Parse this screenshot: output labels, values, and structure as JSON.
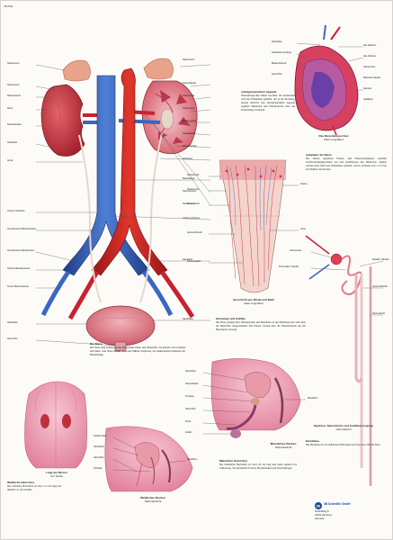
{
  "header": {
    "code": "VB 3703"
  },
  "main_panel": {
    "left_labels": [
      "Nebenniere",
      "Nierenvene",
      "Nierenarterie",
      "Niere",
      "Nierenbecken",
      "Harnleiter",
      "Aorta",
      "Untere Hohlvene",
      "Gemeinsame Beckenarterie",
      "Gemeinsame Beckenvene",
      "Äußere Beckenarterie",
      "Innere Beckenarterie",
      "Harnblase",
      "Harnröhre"
    ],
    "right_labels": [
      "Nebenniere",
      "Nierenkapsel",
      "Nierenrinde",
      "Nierenmark",
      "Nierenpapille",
      "Nierenkelch",
      "Nierenbecken",
      "Harnleiter",
      "Bauchaorta",
      "Nierenarterie",
      "Nierenvene",
      "Untere Hohlvene",
      "Harnleiter",
      "Harnblase"
    ]
  },
  "bladder_panel": {
    "labels": [
      "Harnblase",
      "Harnleitermündung",
      "Blasendreieck",
      "Harnröhre"
    ]
  },
  "corpuscle_panel": {
    "labels": [
      "Vas afferens",
      "Vas efferens",
      "Glomerulus",
      "Bowman-Kapsel",
      "Harnpol",
      "Gefäßpol"
    ],
    "caption": "Das Nierenkörperchen",
    "caption_sub": "stark vergrößert"
  },
  "medulla_panel": {
    "labels": [
      "Nierenrinde",
      "Nierenmark",
      "Sammelrohr",
      "Henle-Schleife",
      "Nierenpapille",
      "Arterie",
      "Vene"
    ],
    "caption": "Ausschnitt aus Rinde und Mark",
    "caption_sub": "stark vergrößert"
  },
  "nephron_panel": {
    "labels": [
      "Glomerulus",
      "Proximaler Tubulus",
      "Distaler Tubulus",
      "Henle-Schleife",
      "Sammelrohr"
    ],
    "caption": "Nephron, Sammelrohr und Gefäßversorgung",
    "caption_sub": "schematisch"
  },
  "back_panel": {
    "caption": "Lage der Nieren",
    "caption_sub": "von hinten"
  },
  "female_panel": {
    "labels": [
      "Gebärmutter",
      "Harnblase",
      "Harnröhre",
      "Scheide",
      "Mastdarm"
    ],
    "caption": "Weibliches Becken",
    "caption_sub": "Seitenansicht"
  },
  "male_panel": {
    "labels": [
      "Harnblase",
      "Samenblase",
      "Prostata",
      "Harnröhre",
      "Penis",
      "Hoden",
      "Mastdarm"
    ],
    "caption": "Männliches Becken",
    "caption_sub": "Seitenansicht"
  },
  "text_blocks": [
    {
      "id": "a",
      "head": "Juxtaglomerulärer Apparat",
      "body": "Nierenkörperchen filtern das Blut. Im Glomerulus wird der Primärharn gebildet, der in die Bowman-Kapsel übertritt. Der juxtaglomeruläre Apparat reguliert Blutdruck und Filtrationsrate über die Freisetzung von Renin."
    },
    {
      "id": "b",
      "head": "Aufgaben der Niere",
      "body": "Die Nieren regulieren Wasser- und Elektrolythaushalt, scheiden Stoffwechselendprodukte aus und beeinflussen den Blutdruck. Täglich werden rund 180 Liter Primärharn gebildet, davon verlassen etwa 1,5 Liter als Endharn den Körper."
    },
    {
      "id": "c",
      "head": "Harnwege und Gefäße",
      "body": "Der Harn gelangt über Nierenbecken und Harnleiter in die Harnblase und wird über die Harnröhre ausgeschieden. Die Nieren werden über die Nierenarterien aus der Bauchaorta versorgt."
    },
    {
      "id": "d",
      "head": "Die Niere",
      "body": "Die Niere liegt beiderseits der Wirbelsäule hinter dem Bauchfell. Sie gliedert sich in Rinde und Mark. Jede Niere enthält etwa eine Million Nephrone, die funktionellen Einheiten der Harnbildung."
    },
    {
      "id": "e",
      "head": "Männliche Harnröhre",
      "body": "Die männliche Harnröhre ist etwa 20 cm lang und dient zugleich als Samenweg. Sie durchzieht Prostata, Beckenboden und Schwellkörper."
    },
    {
      "id": "f",
      "head": "Weibliche Harnröhre",
      "body": "Die weibliche Harnröhre ist etwa 3–5 cm lang und mündet vor der Scheide."
    },
    {
      "id": "g",
      "head": "Harnblase",
      "body": "Die Harnblase ist ein dehnbares Hohlorgan und fasst etwa 500 ml Harn."
    }
  ],
  "publisher": {
    "brand": "3B Scientific GmbH",
    "lines": [
      "Rudorffweg 8",
      "21031 Hamburg",
      "Germany"
    ]
  },
  "colors": {
    "artery": "#d8242a",
    "vein": "#2e5bb8",
    "kidney": "#c8343f",
    "kidney_light": "#f0a0a8",
    "skin": "#f2a6b8",
    "cortex": "#e8b4b0"
  }
}
